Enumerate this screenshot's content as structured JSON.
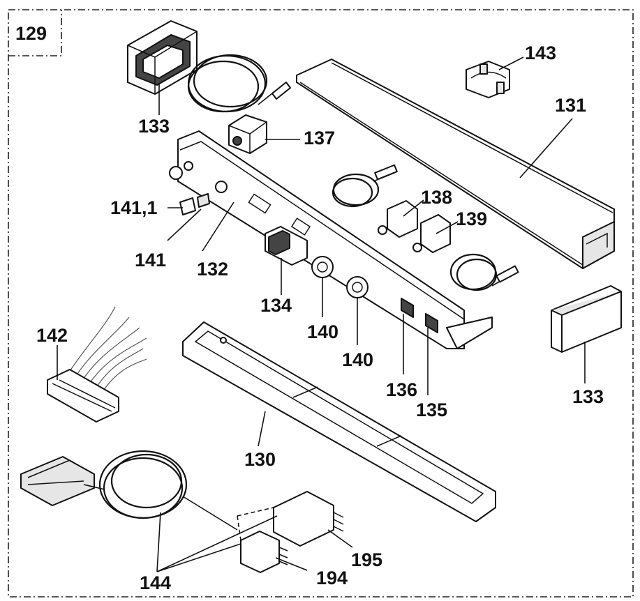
{
  "diagram": {
    "group_label": "129",
    "labels": [
      {
        "id": "133-top",
        "text": "133"
      },
      {
        "id": "137",
        "text": "137"
      },
      {
        "id": "143",
        "text": "143"
      },
      {
        "id": "131",
        "text": "131"
      },
      {
        "id": "141-1",
        "text": "141,1"
      },
      {
        "id": "141",
        "text": "141"
      },
      {
        "id": "132",
        "text": "132"
      },
      {
        "id": "138",
        "text": "138"
      },
      {
        "id": "139",
        "text": "139"
      },
      {
        "id": "134",
        "text": "134"
      },
      {
        "id": "140-a",
        "text": "140"
      },
      {
        "id": "140-b",
        "text": "140"
      },
      {
        "id": "136",
        "text": "136"
      },
      {
        "id": "135",
        "text": "135"
      },
      {
        "id": "133-right",
        "text": "133"
      },
      {
        "id": "142",
        "text": "142"
      },
      {
        "id": "130",
        "text": "130"
      },
      {
        "id": "195",
        "text": "195"
      },
      {
        "id": "194",
        "text": "194"
      },
      {
        "id": "144",
        "text": "144"
      }
    ]
  }
}
